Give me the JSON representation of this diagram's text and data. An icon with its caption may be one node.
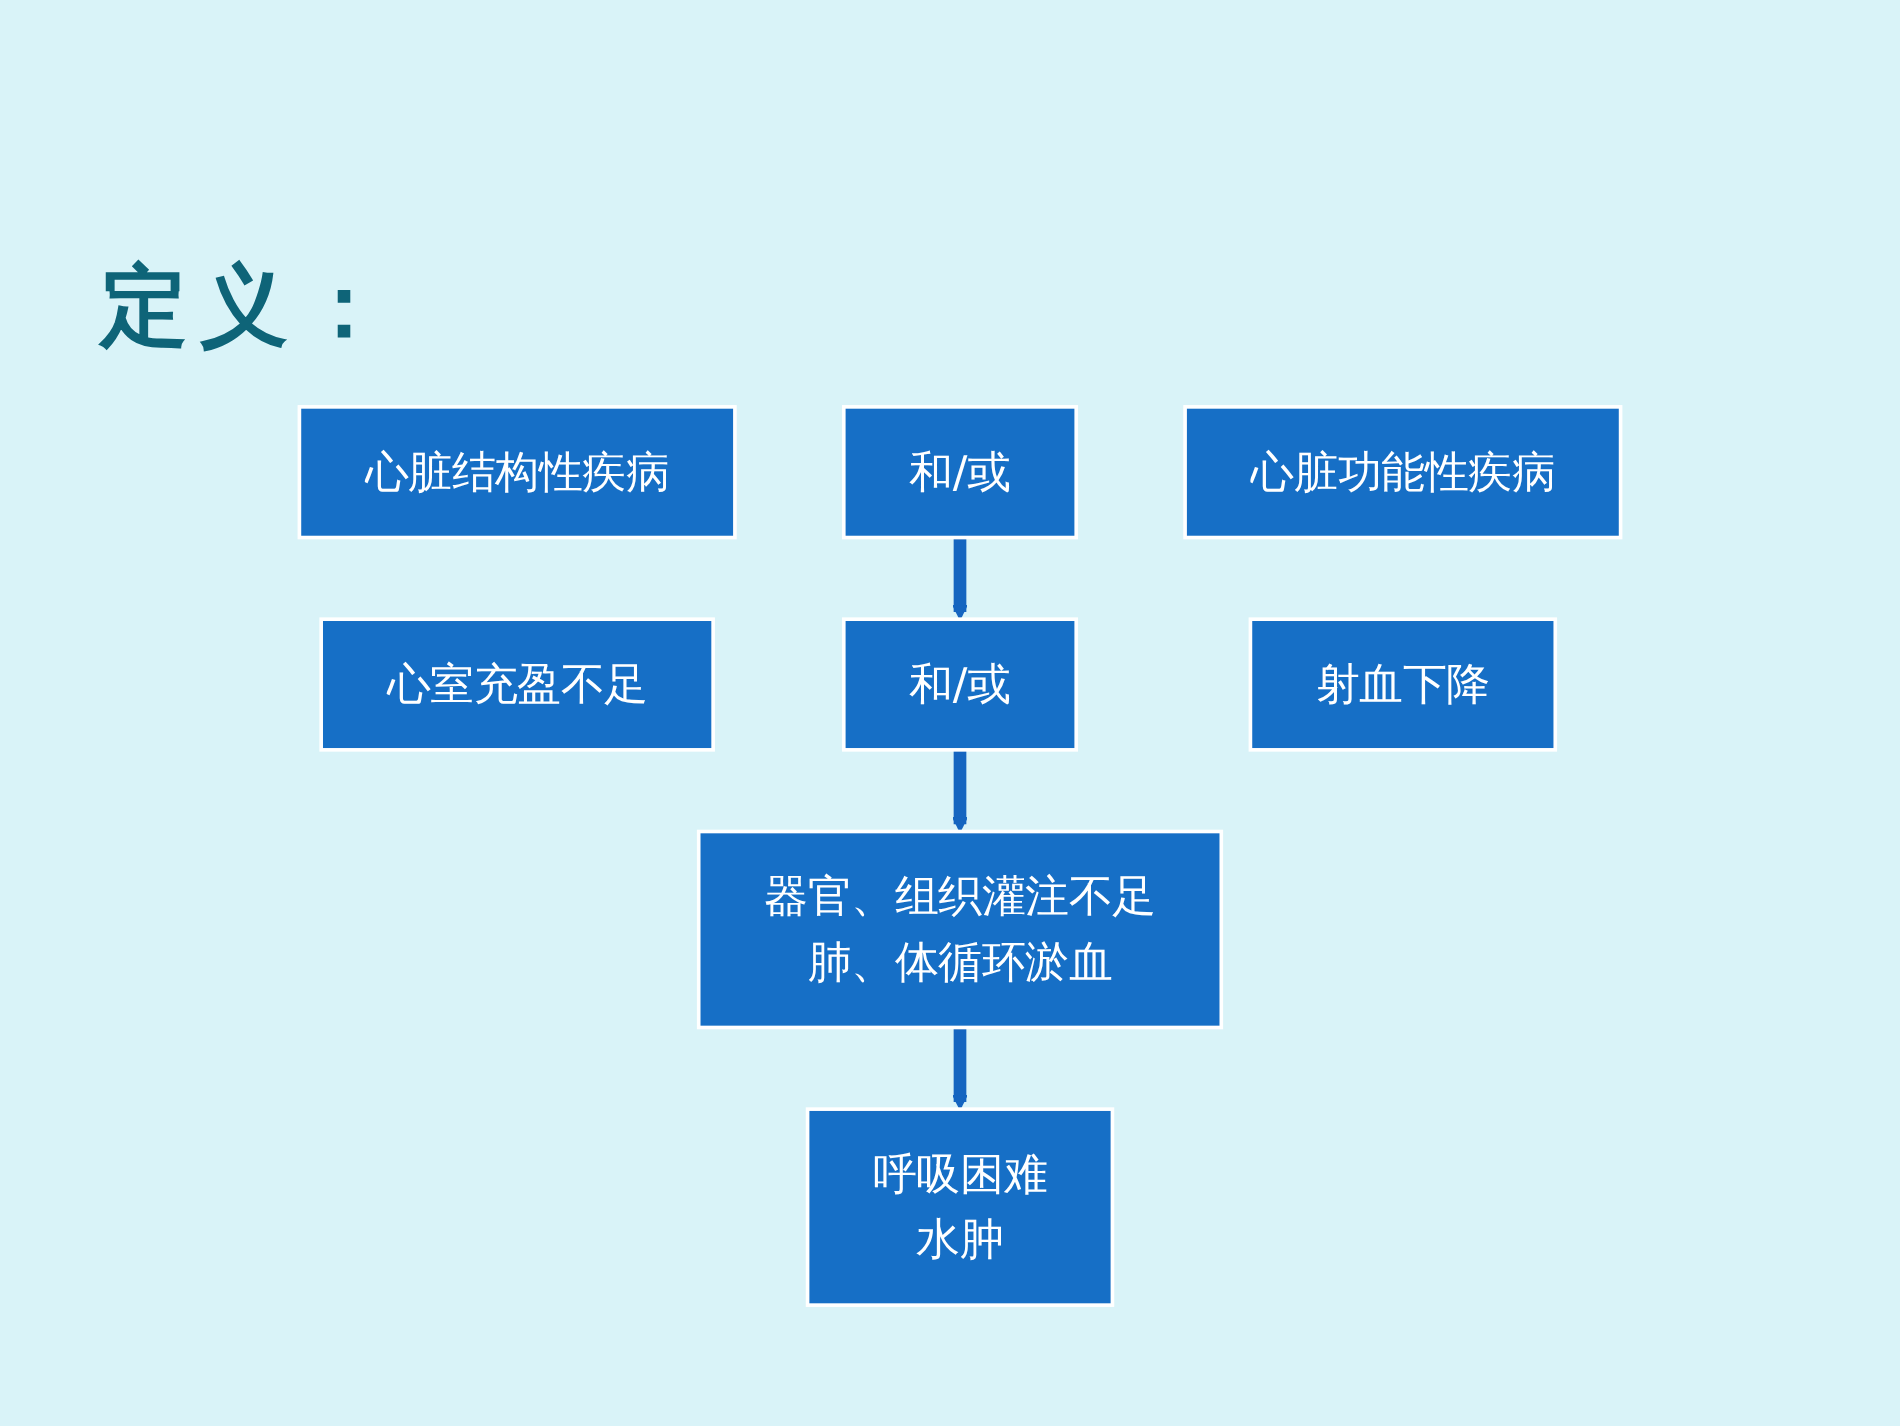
{
  "diagram": {
    "title": "定义：",
    "nodes": [
      {
        "text": [
          "心脏结构性疾病"
        ]
      },
      {
        "text": [
          "和/或"
        ]
      },
      {
        "text": [
          "心脏功能性疾病"
        ]
      },
      {
        "text": [
          "心室充盈不足"
        ]
      },
      {
        "text": [
          "和/或"
        ]
      },
      {
        "text": [
          "射血下降"
        ]
      },
      {
        "text": [
          "器官、组织灌注不足",
          "肺、体循环淤血"
        ]
      },
      {
        "text": [
          "呼吸困难",
          "水肿"
        ]
      }
    ],
    "edges": [
      {
        "from": 1,
        "to": 4,
        "arrow": "to"
      },
      {
        "from": 4,
        "to": 6,
        "arrow": "to"
      },
      {
        "from": 6,
        "to": 7,
        "arrow": "to"
      }
    ]
  }
}
